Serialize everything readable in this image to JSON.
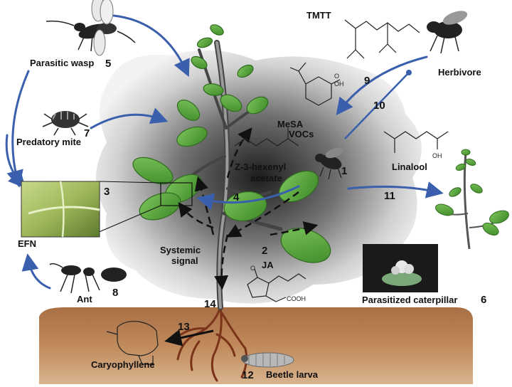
{
  "labels": {
    "parasitic_wasp": "Parasitic wasp",
    "predatory_mite": "Predatory mite",
    "efn": "EFN",
    "ant": "Ant",
    "herbivore": "Herbivore",
    "tmtt": "TMTT",
    "mesa": "MeSA",
    "vocs": "VOCs",
    "linalool": "Linalool",
    "z3_hexenyl_line1": "Z-3-hexenyl",
    "z3_hexenyl_line2": "acetate",
    "systemic_line1": "Systemic",
    "systemic_line2": "signal",
    "ja": "JA",
    "parasitized_caterpillar": "Parasitized caterpillar",
    "caryophyllene": "Caryophyllene",
    "beetle_larva": "Beetle larva",
    "oh": "OH",
    "cooh": "COOH",
    "o": "O"
  },
  "numbers": {
    "n1": "1",
    "n2": "2",
    "n3": "3",
    "n4": "4",
    "n5": "5",
    "n6": "6",
    "n7": "7",
    "n8": "8",
    "n9": "9",
    "n10": "10",
    "n11": "11",
    "n12": "12",
    "n13": "13",
    "n14": "14"
  },
  "colors": {
    "arrow_blue": "#3a5fad",
    "leaf_green": "#55a83a",
    "leaf_dark": "#2f6b1f",
    "soil": "#b0774a",
    "root": "#7a3318",
    "shadow": "#1a1a1a"
  },
  "icons": [
    "wasp-icon",
    "mite-icon",
    "ant-icon",
    "fly-icon",
    "beetle-larva-icon",
    "caterpillar-photo",
    "efn-photo"
  ]
}
